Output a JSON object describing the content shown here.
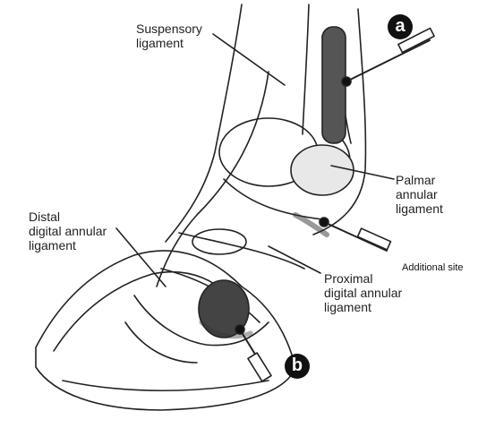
{
  "labels": {
    "suspensory": [
      "Suspensory",
      "ligament"
    ],
    "palmar": [
      "Palmar",
      "annular",
      "ligament"
    ],
    "distal": [
      "Distal",
      "digital annular",
      "ligament"
    ],
    "proximal": [
      "Proximal",
      "digital annular",
      "ligament"
    ],
    "additional_site": "Additional site"
  },
  "markers": {
    "a": "a",
    "b": "b"
  }
}
